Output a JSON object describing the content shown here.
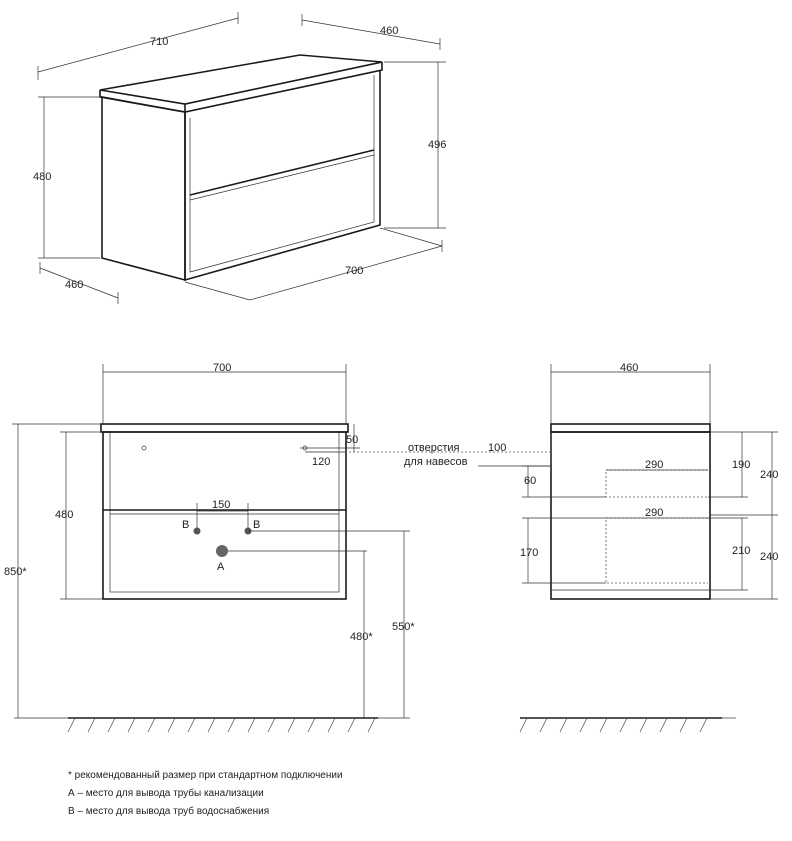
{
  "iso_view": {
    "top_width": "710",
    "top_depth": "460",
    "total_height": "496",
    "body_height": "480",
    "bottom_depth": "460",
    "bottom_width": "700"
  },
  "front_view": {
    "width": "700",
    "height": "480",
    "total_height": "850*",
    "top_offset": "50",
    "side_offset": "120",
    "hole_gap": "150",
    "sewage_height": "480*",
    "water_height": "550*",
    "mark_a": "A",
    "mark_b": "B",
    "hole_note_line1": "отверстия",
    "hole_note_line2": "для навесов",
    "hole_note_value": "100"
  },
  "side_view": {
    "depth": "460",
    "drawer_top_width": "290",
    "drawer_bottom_width": "290",
    "left_60": "60",
    "left_170": "170",
    "right_190": "190",
    "right_210": "210",
    "outer_240_top": "240",
    "outer_240_bottom": "240"
  },
  "notes": [
    "* рекомендованный размер при стандартном подключении",
    "А – место для вывода трубы канализации",
    "В – место для вывода труб водоснабжения"
  ]
}
